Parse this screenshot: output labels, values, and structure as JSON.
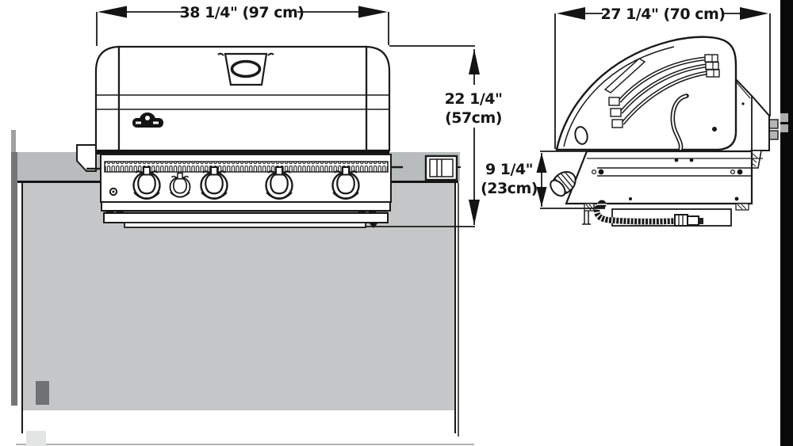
{
  "front_view": {
    "width_label": "38 1/4\" (97 cm)",
    "height_label": {
      "line1": "22 1/4\"",
      "line2": "(57cm)"
    }
  },
  "side_view": {
    "width_label": "27 1/4\" (70 cm)",
    "base_height_label": {
      "line1": "9 1/4\"",
      "line2": "(23cm)"
    }
  },
  "colors": {
    "line": "#1a1a1a",
    "counter_top_gray": "#b9bcbd",
    "counter_face_gray": "#c5c6c7",
    "counter_edge_dark": "#747678",
    "right_bar_black": "#0a0a0a",
    "tab_gray": "#b3b5b7"
  }
}
